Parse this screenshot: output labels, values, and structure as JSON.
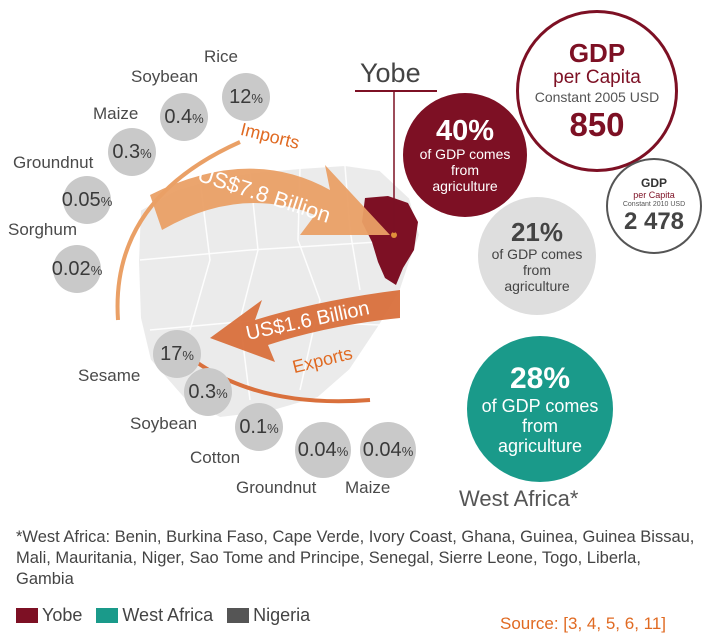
{
  "colors": {
    "yobe": "#7d1024",
    "west_africa": "#1a9a8a",
    "nigeria": "#555555",
    "crop": "#c9c9c9",
    "imports": "#eaa066",
    "exports": "#d9703c",
    "accent": "#e06a22"
  },
  "yobe_label": "Yobe",
  "gdp_yobe": {
    "title": "GDP",
    "line2": "per Capita",
    "line3": "Constant 2005 USD",
    "value": "850"
  },
  "gdp_nigeria": {
    "title": "GDP",
    "line2": "per Capita",
    "line3": "Constant 2010 USD",
    "value": "2 478"
  },
  "yobe_share": {
    "value": "40%",
    "l1": "of GDP comes",
    "l2": "from",
    "l3": "agriculture"
  },
  "nigeria_share": {
    "value": "21%",
    "l1": "of GDP comes",
    "l2": "from",
    "l3": "agriculture"
  },
  "west_africa_share": {
    "value": "28%",
    "l1": "of GDP comes",
    "l2": "from",
    "l3": "agriculture",
    "label": "West Africa*"
  },
  "imports": {
    "label": "Imports",
    "amount": "US$7.8 Billion"
  },
  "exports": {
    "label": "Exports",
    "amount": "US$1.6 Billion"
  },
  "import_crops": [
    {
      "name": "Rice",
      "value": "12",
      "unit": "%"
    },
    {
      "name": "Soybean",
      "value": "0.4",
      "unit": "%"
    },
    {
      "name": "Maize",
      "value": "0.3",
      "unit": "%"
    },
    {
      "name": "Groundnut",
      "value": "0.05",
      "unit": "%"
    },
    {
      "name": "Sorghum",
      "value": "0.02",
      "unit": "%"
    }
  ],
  "export_crops": [
    {
      "name": "Sesame",
      "value": "17",
      "unit": "%"
    },
    {
      "name": "Soybean",
      "value": "0.3",
      "unit": "%"
    },
    {
      "name": "Cotton",
      "value": "0.1",
      "unit": "%"
    },
    {
      "name": "Groundnut",
      "value": "0.04",
      "unit": "%"
    },
    {
      "name": "Maize",
      "value": "0.04",
      "unit": "%"
    }
  ],
  "footnote": "*West Africa: Benin, Burkina Faso, Cape Verde, Ivory Coast, Ghana, Guinea, Guinea Bissau, Mali, Mauritania, Niger, Sao Tome and Principe, Senegal, Sierre Leone, Togo, Liberla, Gambia",
  "legend": [
    "Yobe",
    "West Africa",
    "Nigeria"
  ],
  "source": "Source: [3, 4, 5, 6, 11]"
}
